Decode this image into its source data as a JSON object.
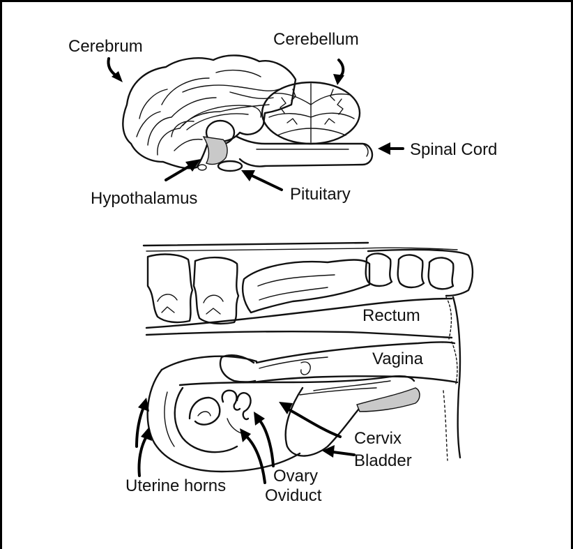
{
  "labels": {
    "cerebrum": "Cerebrum",
    "cerebellum": "Cerebellum",
    "spinal_cord": "Spinal Cord",
    "hypothalamus": "Hypothalamus",
    "pituitary": "Pituitary",
    "rectum": "Rectum",
    "vagina": "Vagina",
    "cervix": "Cervix",
    "bladder": "Bladder",
    "uterine_horns": "Uterine horns",
    "ovary": "Ovary",
    "oviduct": "Oviduct"
  }
}
